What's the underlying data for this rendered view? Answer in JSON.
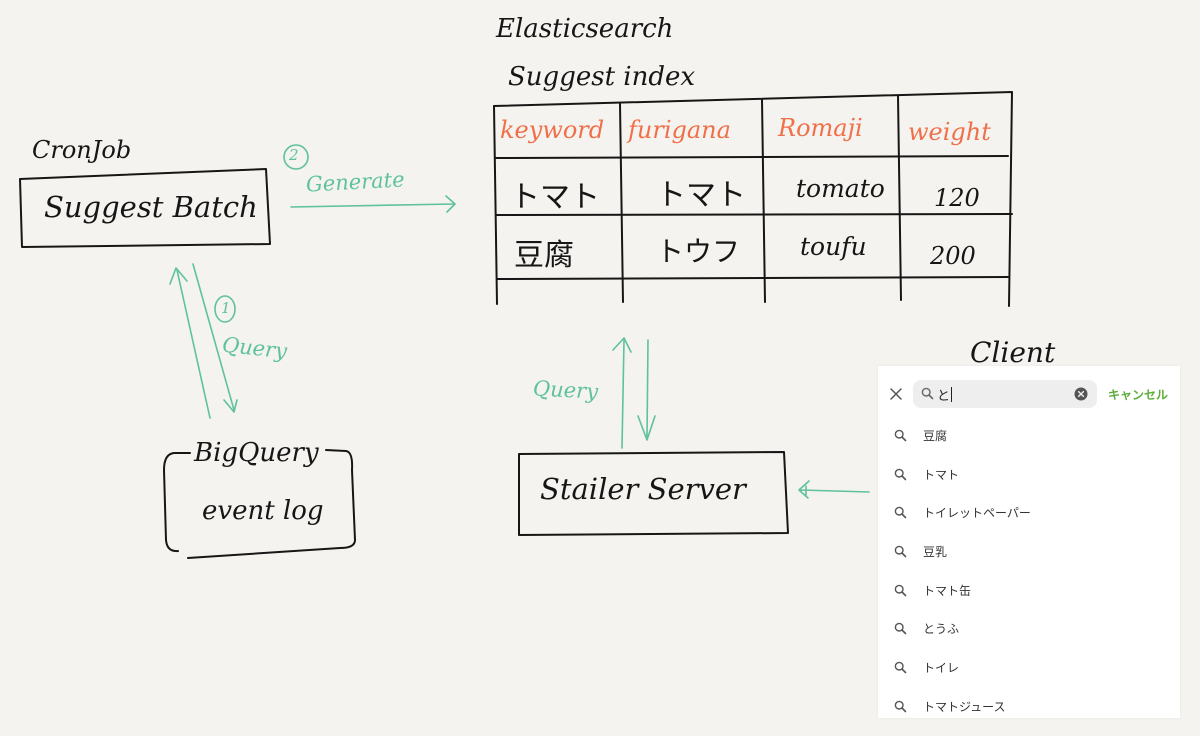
{
  "labels": {
    "cronjob": "CronJob",
    "suggest_batch": "Suggest Batch",
    "generate_num": "2",
    "generate": "Generate",
    "query_num": "1",
    "query_left": "Query",
    "bigquery": "BigQuery",
    "event_log": "event log",
    "elasticsearch": "Elasticsearch",
    "suggest_index": "Suggest index",
    "query_mid": "Query",
    "stailer_server": "Stailer Server",
    "client": "Client"
  },
  "table": {
    "headers": [
      "keyword",
      "furigana",
      "Romaji",
      "weight"
    ],
    "rows": [
      [
        "トマト",
        "トマト",
        "tomato",
        "120"
      ],
      [
        "豆腐",
        "トウフ",
        "toufu",
        "200"
      ]
    ]
  },
  "client": {
    "search_value": "と",
    "cancel_label": "キャンセル",
    "suggestions": [
      "豆腐",
      "トマト",
      "トイレットペーパー",
      "豆乳",
      "トマト缶",
      "とうふ",
      "トイレ",
      "トマトジュース"
    ]
  },
  "colors": {
    "ink": "#161616",
    "green": "#5fc29b",
    "orange": "#f0704a",
    "cancel": "#5cae3a",
    "background": "#f4f3ef"
  }
}
